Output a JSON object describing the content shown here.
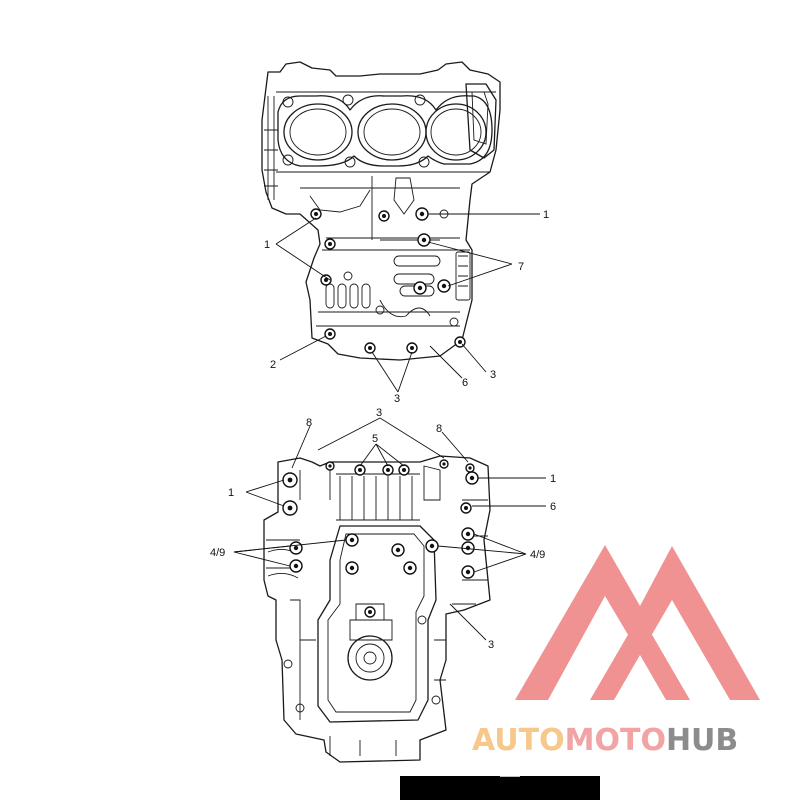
{
  "diagram": {
    "upper_view": {
      "callouts": [
        {
          "id": "u1a",
          "text": "1"
        },
        {
          "id": "u1b",
          "text": "1"
        },
        {
          "id": "u7",
          "text": "7"
        },
        {
          "id": "u2",
          "text": "2"
        },
        {
          "id": "u6",
          "text": "6"
        },
        {
          "id": "u3a",
          "text": "3"
        },
        {
          "id": "u3b",
          "text": "3"
        }
      ]
    },
    "lower_view": {
      "callouts": [
        {
          "id": "l3a",
          "text": "3"
        },
        {
          "id": "l8a",
          "text": "8"
        },
        {
          "id": "l8b",
          "text": "8"
        },
        {
          "id": "l5",
          "text": "5"
        },
        {
          "id": "l1a",
          "text": "1"
        },
        {
          "id": "l1b",
          "text": "1"
        },
        {
          "id": "l6",
          "text": "6"
        },
        {
          "id": "l49a",
          "text": "4/9"
        },
        {
          "id": "l49b",
          "text": "4/9"
        },
        {
          "id": "l3b",
          "text": "3"
        }
      ]
    }
  },
  "watermark": {
    "part1": "AUTO",
    "part2": "MOTO",
    "part3": "HUB",
    "colors": {
      "auto": "#f6c88c",
      "moto": "#f2a3a3",
      "hub": "#8c8c8c",
      "logo": "#f08d8d"
    }
  }
}
